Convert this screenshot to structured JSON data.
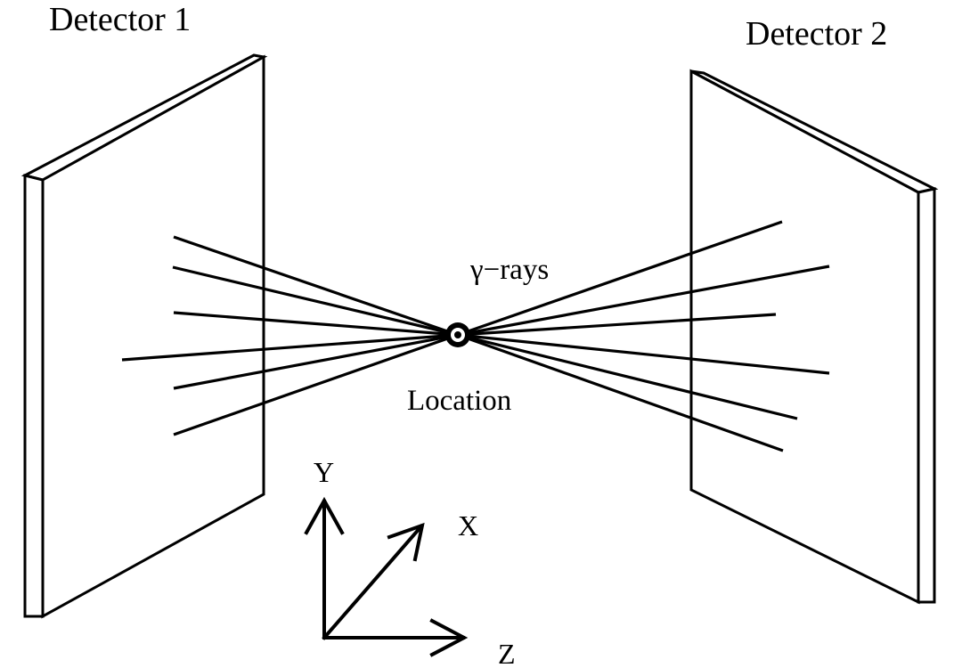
{
  "labels": {
    "detector1": "Detector 1",
    "detector2": "Detector 2",
    "gamma_rays": "γ−rays",
    "location": "Location"
  },
  "axes": {
    "y": "Y",
    "x": "X",
    "z": "Z"
  },
  "colors": {
    "stroke": "#000000",
    "background": "#ffffff"
  }
}
